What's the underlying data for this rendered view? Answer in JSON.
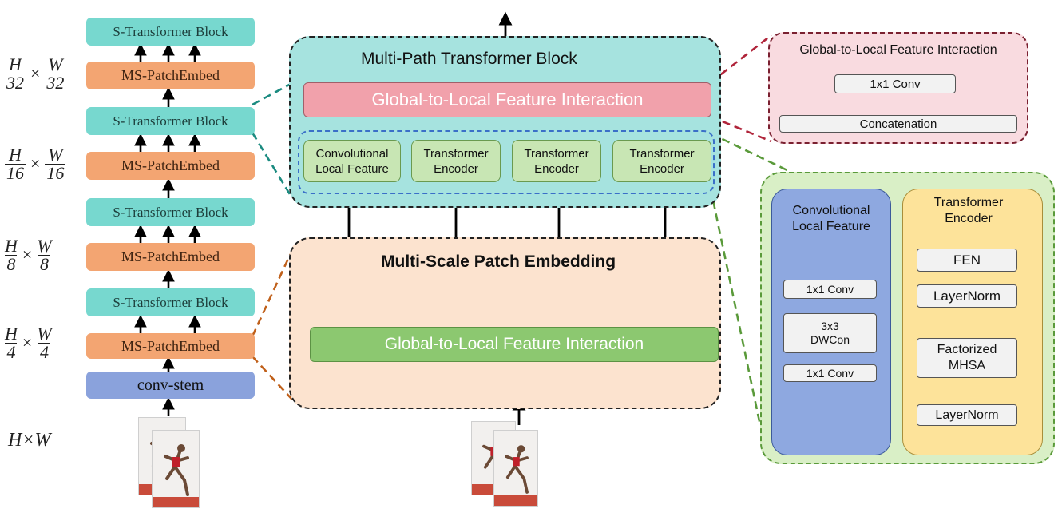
{
  "left_stack": {
    "s_block_label": "S-Transformer Block",
    "patch_embed_label": "MS-PatchEmbed",
    "conv_stem_label": "conv-stem",
    "input_label": "H×W",
    "stages": [
      {
        "num": "H",
        "den": "32",
        "num2": "W",
        "den2": "32"
      },
      {
        "num": "H",
        "den": "16",
        "num2": "W",
        "den2": "16"
      },
      {
        "num": "H",
        "den": "8",
        "num2": "W",
        "den2": "8"
      },
      {
        "num": "H",
        "den": "4",
        "num2": "W",
        "den2": "4"
      }
    ],
    "times": "×"
  },
  "multi_path": {
    "title": "Multi-Path Transformer Block",
    "interaction_label": "Global-to-Local Feature Interaction",
    "paths": [
      {
        "line1": "Convolutional",
        "line2": "Local Feature"
      },
      {
        "line1": "Transformer",
        "line2": "Encoder"
      },
      {
        "line1": "Transformer",
        "line2": "Encoder"
      },
      {
        "line1": "Transformer",
        "line2": "Encoder"
      }
    ]
  },
  "multi_scale": {
    "title": "Multi-Scale Patch Embedding",
    "interaction_label": "Global-to-Local Feature Interaction"
  },
  "gl_detail": {
    "title": "Global-to-Local Feature Interaction",
    "conv_label": "1x1 Conv",
    "concat_label": "Concatenation"
  },
  "conv_detail": {
    "title_line1": "Convolutional",
    "title_line2": "Local Feature",
    "top_conv": "1x1  Conv",
    "dw_line1": "3x3",
    "dw_line2": "DWCon",
    "bottom_conv": "1x1 Conv"
  },
  "enc_detail": {
    "title_line1": "Transformer",
    "title_line2": "Encoder",
    "fen": "FEN",
    "layernorm_top": "LayerNorm",
    "mhsa_line1": "Factorized",
    "mhsa_line2": "MHSA",
    "layernorm_bottom": "LayerNorm"
  },
  "colors": {
    "s_block": "#77d8cf",
    "patch_embed": "#f3a572",
    "conv_stem": "#8aa2dc",
    "multi_path_panel": "#a6e3df",
    "multi_scale_panel": "#fce3cf",
    "interaction_pink": "#f1a1ab",
    "interaction_green": "#8cc870",
    "path_box": "#c8e6b4",
    "gl_panel": "#f9dbe0",
    "detail_panel": "#d9efc6",
    "conv_column": "#8ea8e0",
    "encoder_column": "#fde39a",
    "teal_link": "#1b8b80",
    "red_link": "#b0243a",
    "orange_link": "#c0601a",
    "green_link": "#5a9a3a"
  },
  "icons": [
    "runner-image-icon"
  ]
}
